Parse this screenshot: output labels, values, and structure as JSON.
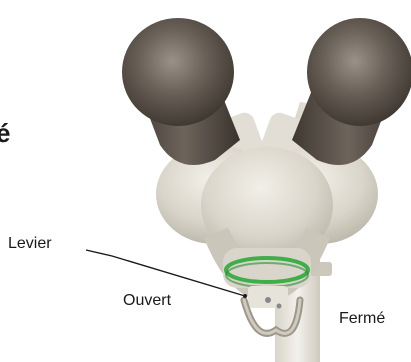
{
  "diagram": {
    "partial_title": "é",
    "labels": {
      "lever": "Levier",
      "open": "Ouvert",
      "closed": "Fermé"
    },
    "colors": {
      "background": "#ffffff",
      "body": "#d6d2c6",
      "eyepiece": "#5b524a",
      "ring": "#3fae49",
      "leader_line": "#1a1a1a"
    }
  }
}
